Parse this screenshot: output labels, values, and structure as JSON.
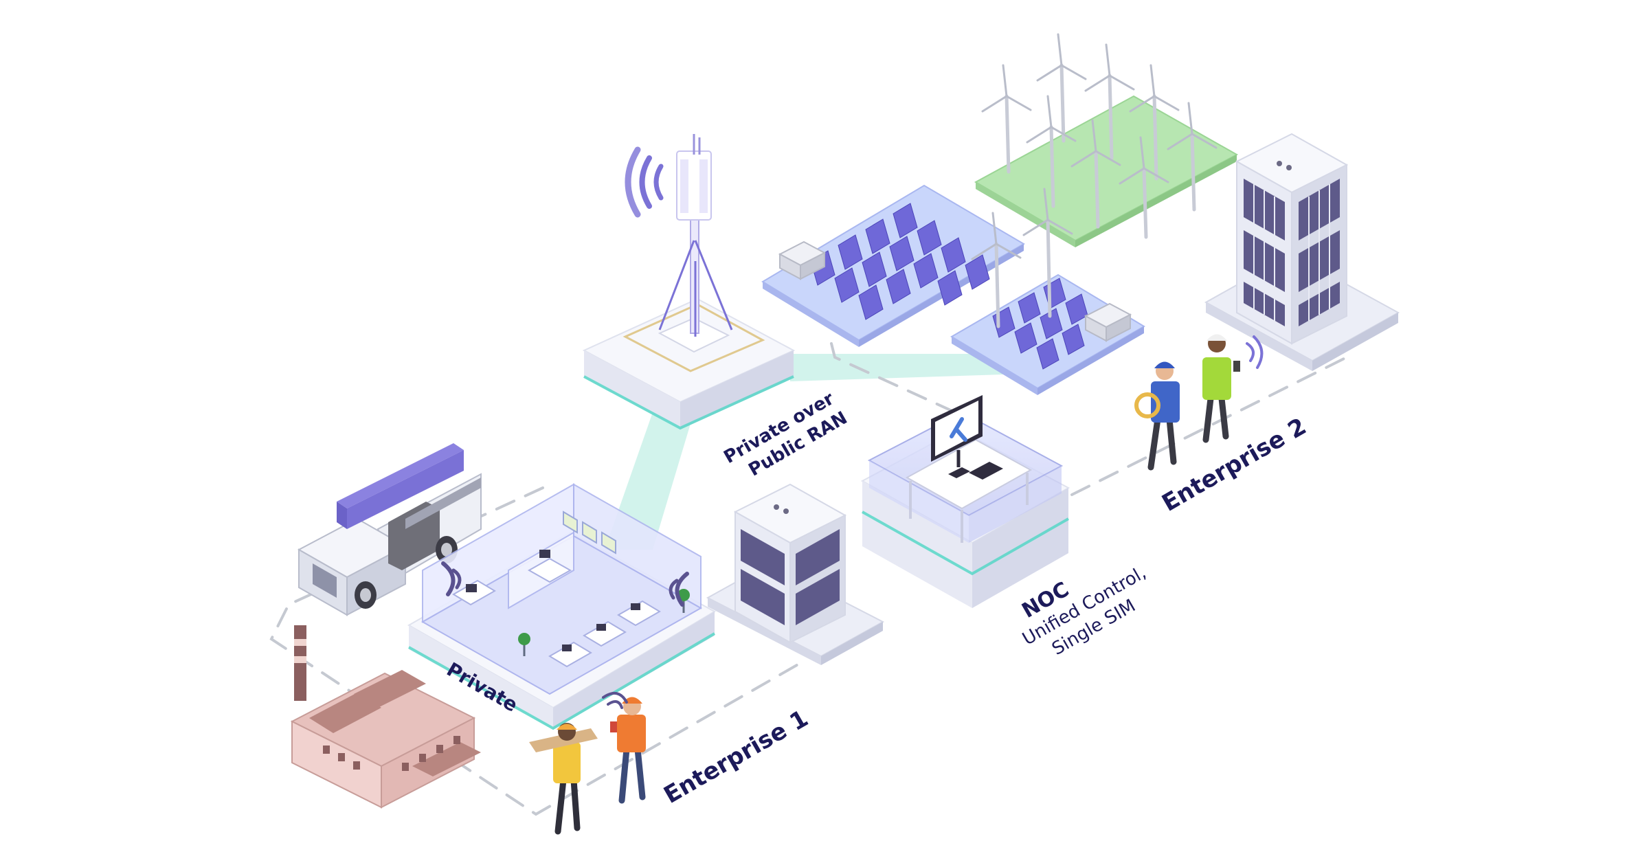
{
  "labels": {
    "private_over_public_ran": [
      "Private over",
      "Public RAN"
    ],
    "noc_title": "NOC",
    "noc_subtitle": [
      "Unified Control,",
      "Single SIM"
    ],
    "private": "Private",
    "enterprise_1": "Enterprise 1",
    "enterprise_2": "Enterprise 2"
  },
  "colors": {
    "label": "#1c1a5a",
    "accent_violet": "#7b72d6",
    "solar_panel": "#6f68d8",
    "field_green": "#b7e6b1",
    "beam_teal": "#bfeee4",
    "teal_rim": "#4fd6c4",
    "dash": "#c5c9d1"
  }
}
